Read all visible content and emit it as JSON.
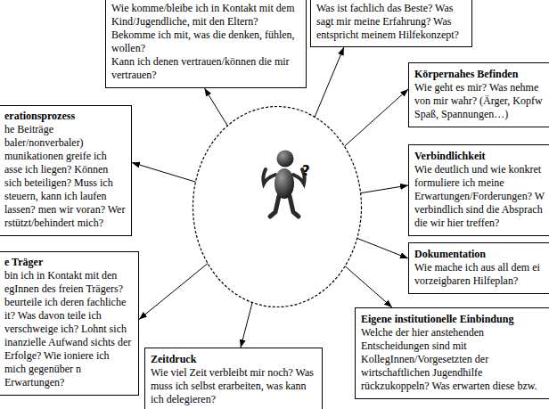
{
  "diagram": {
    "nodes": [
      {
        "text": [
          "Wie komme/bleibe ich in Kontakt mit dem Kind/Jugendliche, mit den Eltern? Bekomme ich mit, was die denken, fühlen, wollen?",
          "Kann ich denen vertrauen/können die mir vertrauen?"
        ]
      },
      {
        "text": [
          "Was ist fachlich das Beste? Was sagt mir meine Erfahrung? Was entspricht meinem Hilfekonzept?"
        ]
      },
      {
        "text": [
          "Körpernahes Befinden",
          "Wie geht es mir? Was nehme von mir wahr? (Ärger, Kopfw Spaß, Spannungen…)"
        ]
      },
      {
        "text": [
          "Verbindlichkeit",
          "Wie deutlich und wie konkret formuliere ich meine Erwartungen/Forderungen? W verbindlich sind die Absprach die wir hier treffen?"
        ]
      },
      {
        "text": [
          "Dokumentation",
          "Wie mache ich aus all dem ei vorzeigbaren Hilfeplan?"
        ]
      },
      {
        "text": [
          "Eigene institutionelle Einbindung",
          "Welche der hier anstehenden Entscheidungen sind mit KollegInnen/Vorgesetzten der wirtschaftlichen Jugendhilfe rückzukoppeln? Was erwarten diese bzw."
        ]
      },
      {
        "text": [
          "Zeitdruck",
          "Wie viel Zeit verbleibt mir noch? Was muss ich selbst erarbeiten, was kann ich delegieren?"
        ]
      },
      {
        "text": [
          "e Träger",
          "bin ich in Kontakt mit den egInnen des freien Trägers? beurteile ich deren fachliche it? Was davon teile ich verschweige ich? Lohnt sich inanzielle Aufwand sichts der Erfolge? Wie ioniere ich mich gegenüber n Erwartungen?"
        ]
      },
      {
        "text": [
          "erationsprozess",
          "he Beiträge baler/nonverbaler) munikationen greife ich asse ich liegen? Können sich beteiligen? Muss ich steuern, kann ich laufen lassen? men wir voran? Wer rstützt/behindert mich?"
        ]
      },
      {
        "text": [
          "?"
        ]
      }
    ],
    "edges": [
      {
        "from": 9,
        "to": 0,
        "arrow": "to"
      },
      {
        "from": 9,
        "to": 1,
        "arrow": "to"
      },
      {
        "from": 9,
        "to": 2,
        "arrow": "to"
      },
      {
        "from": 9,
        "to": 3,
        "arrow": "to"
      },
      {
        "from": 9,
        "to": 4,
        "arrow": "to"
      },
      {
        "from": 9,
        "to": 5,
        "arrow": "to"
      },
      {
        "from": 9,
        "to": 6,
        "arrow": "to"
      },
      {
        "from": 9,
        "to": 7,
        "arrow": "to"
      },
      {
        "from": 9,
        "to": 8,
        "arrow": "to"
      }
    ]
  }
}
